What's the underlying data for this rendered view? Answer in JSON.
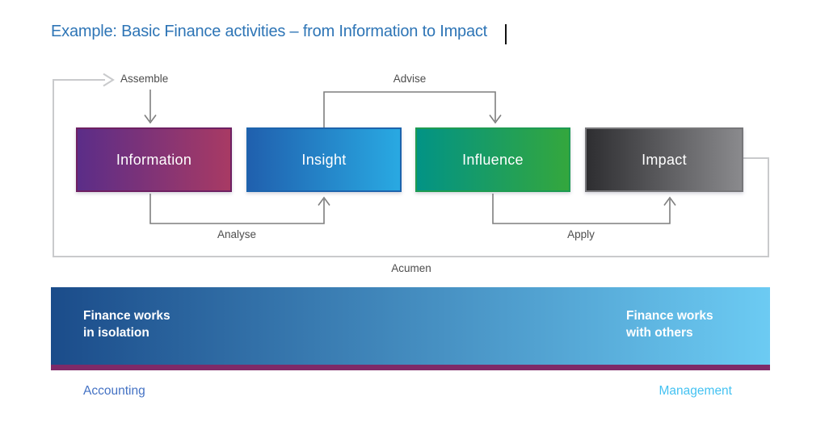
{
  "slide": {
    "title": "Example: Basic Finance activities – from Information to Impact",
    "title_color": "#2E75B6"
  },
  "diagram": {
    "boxes": [
      {
        "label": "Information",
        "gradient_start": "#5B2D88",
        "gradient_end": "#A83A64",
        "border": "#6E2062"
      },
      {
        "label": "Insight",
        "gradient_start": "#2060AE",
        "gradient_end": "#29A9E2",
        "border": "#1D64AD"
      },
      {
        "label": "Influence",
        "gradient_start": "#029385",
        "gradient_end": "#34A73D",
        "border": "#1E9B52"
      },
      {
        "label": "Impact",
        "gradient_start": "#2E2E31",
        "gradient_end": "#8A8A8D",
        "border": "#77777A"
      }
    ],
    "labels": {
      "assemble": "Assemble",
      "advise": "Advise",
      "analyse": "Analyse",
      "apply": "Apply",
      "acumen": "Acumen"
    },
    "arrow_color": "#7F7F7F",
    "loop_color": "#C9CACC",
    "label_color": "#4D4D4D"
  },
  "spectrum": {
    "left_line1": "Finance works",
    "left_line2": "in isolation",
    "right_line1": "Finance works",
    "right_line2": "with others",
    "gradient_start": "#1B4C8A",
    "gradient_end": "#6CCBF3",
    "underline_color": "#7E2A68"
  },
  "footer": {
    "left_label": "Accounting",
    "left_color": "#4472C4",
    "right_label": "Management",
    "right_color": "#44C2F2"
  }
}
